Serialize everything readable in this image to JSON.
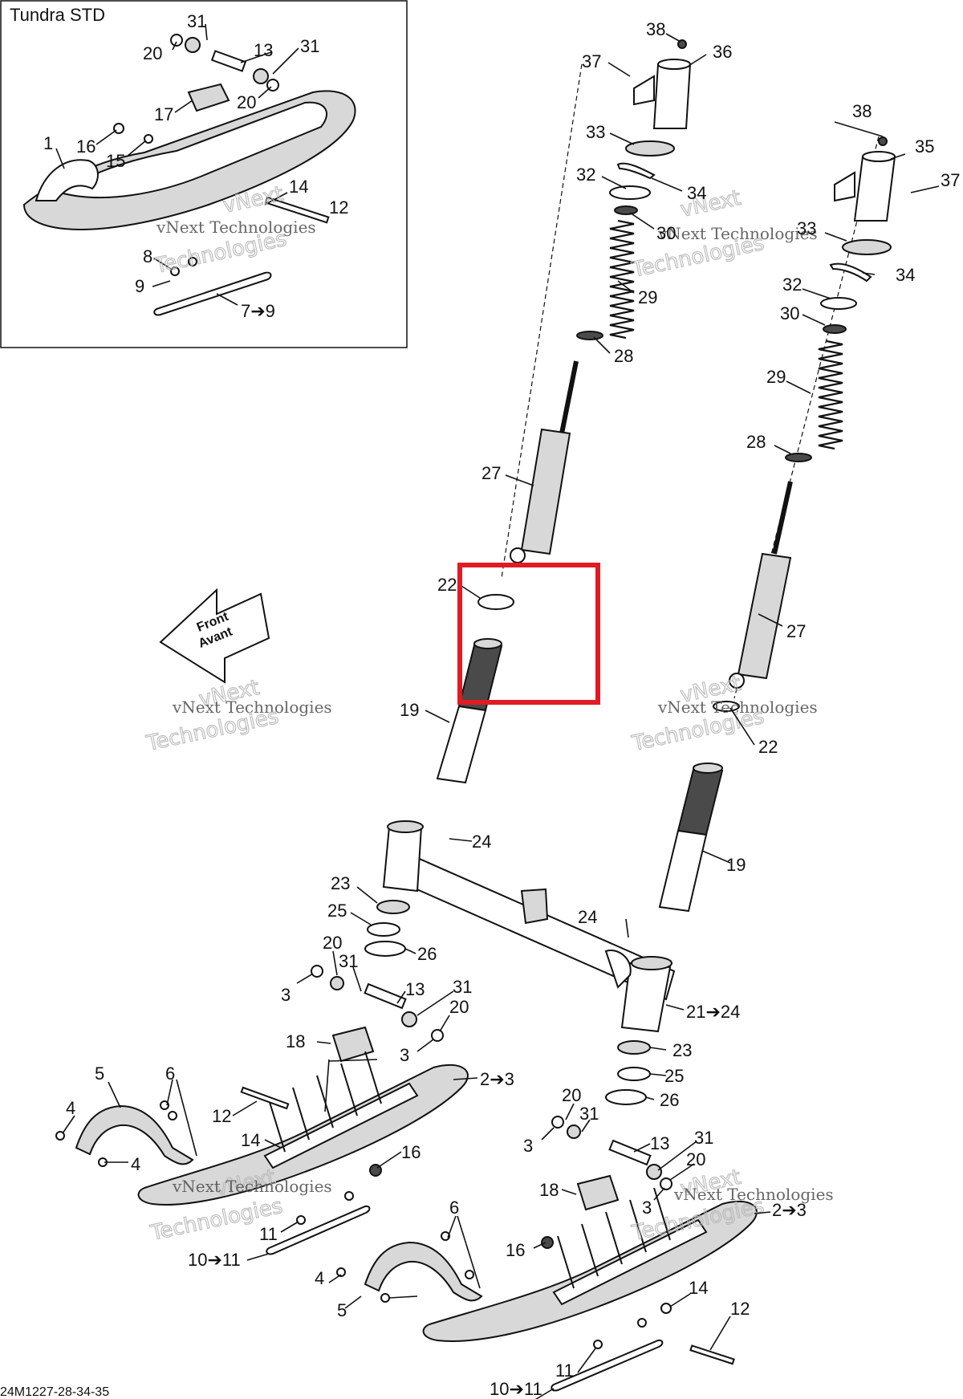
{
  "inset": {
    "title": "Tundra STD",
    "callouts": [
      "31",
      "20",
      "13",
      "31",
      "20",
      "17",
      "1",
      "16",
      "15",
      "14",
      "12",
      "8",
      "9",
      "7➔9"
    ]
  },
  "callouts": [
    "38",
    "37",
    "36",
    "33",
    "34",
    "32",
    "30",
    "29",
    "28",
    "27",
    "22",
    "19",
    "24",
    "23",
    "25",
    "26",
    "20",
    "31",
    "3",
    "13",
    "31",
    "20",
    "18",
    "3",
    "2➔3",
    "5",
    "6",
    "4",
    "12",
    "14",
    "16",
    "4",
    "11",
    "10➔11",
    "38",
    "35",
    "37",
    "33",
    "34",
    "32",
    "30",
    "29",
    "28",
    "27",
    "22",
    "19",
    "24",
    "21➔24",
    "23",
    "25",
    "26",
    "20",
    "31",
    "3",
    "13",
    "31",
    "20",
    "18",
    "3",
    "2➔3",
    "6",
    "16",
    "4",
    "5",
    "14",
    "12",
    "11",
    "10➔11"
  ],
  "front_arrow": {
    "line1": "Front",
    "line2": "Avant"
  },
  "watermark": {
    "line1": "vNext",
    "line2": "vNext Technologies",
    "line3": "Technologies"
  },
  "footer_code": "24M1227-28-34-35",
  "highlight": {
    "color": "#e01b24"
  }
}
